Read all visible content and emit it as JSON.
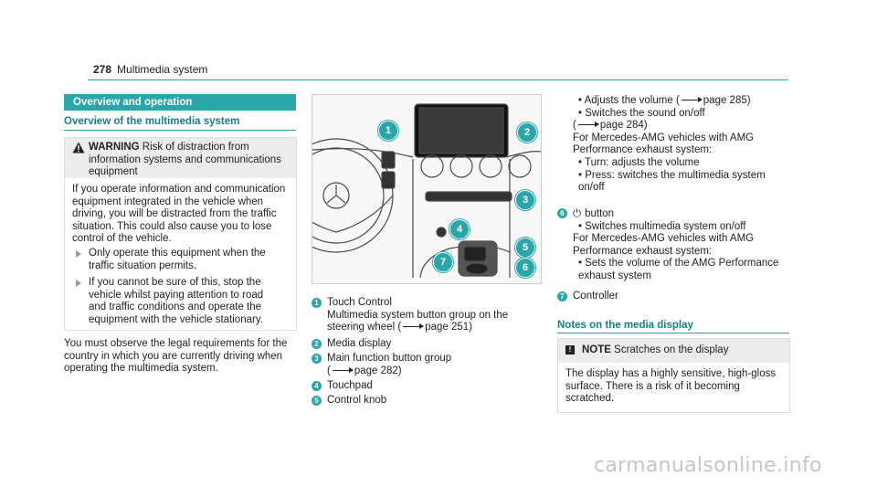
{
  "header": {
    "page_number": "278",
    "section": "Multimedia system"
  },
  "left": {
    "banner": "Overview and operation",
    "subhead": "Overview of the multimedia system",
    "warning": {
      "label": "WARNING",
      "head_text": " Risk of distraction from information systems and communications equipment",
      "body": "If you operate information and communication equipment integrated in the vehicle when driving, you will be distracted from the traffic situation. This could also cause you to lose control of the vehicle.",
      "bullets": [
        "Only operate this equipment when the traffic situation permits.",
        "If you cannot be sure of this, stop the vehicle whilst paying attention to road and traffic conditions and operate the equipment with the vehicle stationary."
      ]
    },
    "paragraph": "You must observe the legal requirements for the country in which you are currently driving when operating the multimedia system."
  },
  "figure": {
    "callouts": [
      "1",
      "2",
      "3",
      "4",
      "5",
      "6",
      "7"
    ]
  },
  "legend": [
    {
      "num": "1",
      "title": "Touch Control",
      "text": "Multimedia system button group on the steering wheel (",
      "page": "page 251)"
    },
    {
      "num": "2",
      "title": "Media display"
    },
    {
      "num": "3",
      "title": "Main function button group",
      "text": "(",
      "page": "page 282)"
    },
    {
      "num": "4",
      "title": "Touchpad"
    },
    {
      "num": "5",
      "title": "Control knob"
    }
  ],
  "right": {
    "c5_bullets": [
      {
        "text": "• Adjusts the volume (",
        "page": "page 285)"
      },
      {
        "text": "• Switches the sound on/off"
      },
      {
        "text": "(",
        "page": "page 284)"
      }
    ],
    "amg1": "For Mercedes-AMG vehicles with AMG Performance exhaust system:",
    "turn": "• Turn: adjusts the volume",
    "press": "• Press: switches the multimedia system on/off",
    "item6_num": "6",
    "item6_title": "button",
    "item6_glyph": "⏻",
    "item6_b1": "• Switches multimedia system on/off",
    "amg2": "For Mercedes-AMG vehicles with AMG Performance exhaust system:",
    "item6_b2": "• Sets the volume of the AMG Performance exhaust system",
    "item7_num": "7",
    "item7_title": "Controller",
    "notes_head": "Notes on the media display",
    "note": {
      "label": "NOTE",
      "head_text": " Scratches on the display",
      "body": "The display has a highly sensitive, high-gloss surface. There is a risk of it becoming scratched."
    }
  },
  "footer": {
    "watermark": "carmanualsonline.info"
  }
}
